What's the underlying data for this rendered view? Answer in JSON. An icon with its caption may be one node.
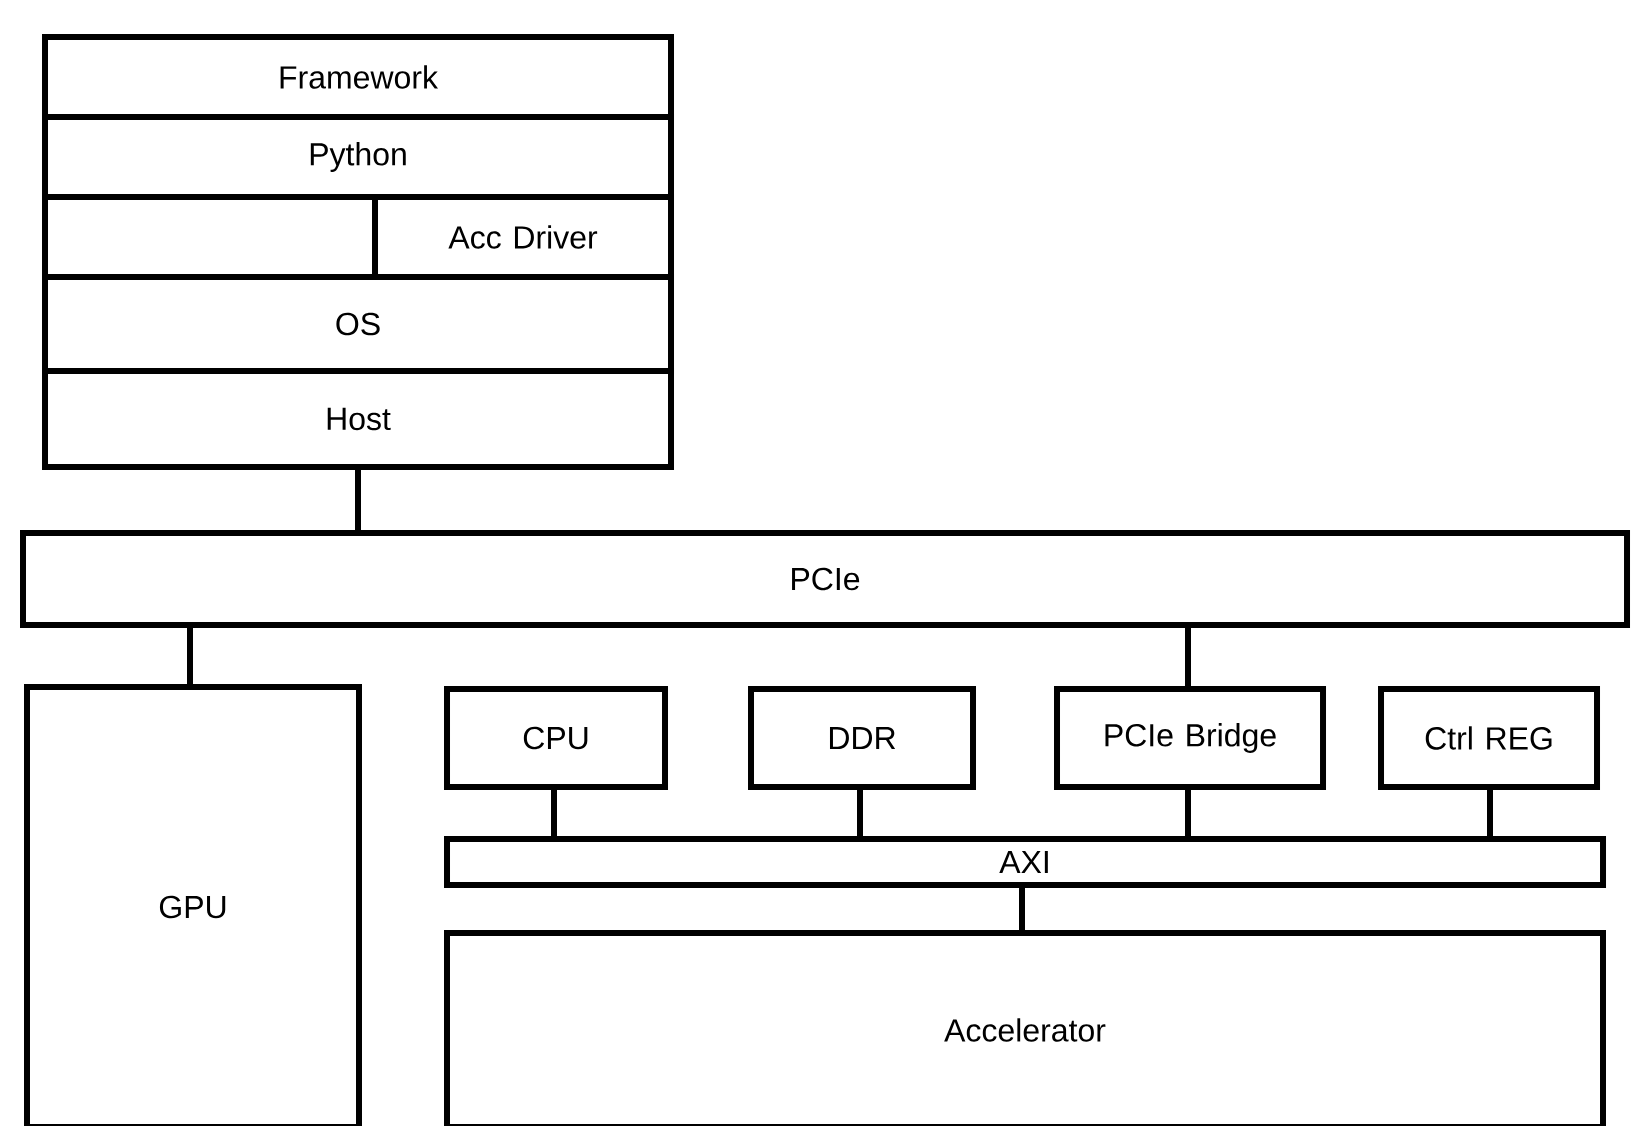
{
  "diagram": {
    "nodes": [
      {
        "text": [
          "Framework"
        ]
      },
      {
        "text": [
          "Python"
        ]
      },
      {
        "text": [],
        "shape": "box"
      },
      {
        "text": [
          "Acc Driver"
        ]
      },
      {
        "text": [
          "OS"
        ]
      },
      {
        "text": [
          "Host"
        ]
      },
      {
        "text": [
          "PCIe"
        ]
      },
      {
        "text": [
          "GPU"
        ]
      },
      {
        "text": [
          "CPU"
        ]
      },
      {
        "text": [
          "DDR"
        ]
      },
      {
        "text": [
          "PCIe Bridge"
        ]
      },
      {
        "text": [
          "Ctrl REG"
        ]
      },
      {
        "text": [
          "AXI"
        ]
      },
      {
        "text": [
          "Accelerator"
        ]
      }
    ],
    "edges": [
      {
        "from": 5,
        "to": 6,
        "arrow": "none"
      },
      {
        "from": 6,
        "to": 7,
        "arrow": "none"
      },
      {
        "from": 6,
        "to": 10,
        "arrow": "none"
      },
      {
        "from": 8,
        "to": 12,
        "arrow": "none"
      },
      {
        "from": 9,
        "to": 12,
        "arrow": "none"
      },
      {
        "from": 10,
        "to": 12,
        "arrow": "none"
      },
      {
        "from": 11,
        "to": 12,
        "arrow": "none"
      },
      {
        "from": 12,
        "to": 13,
        "arrow": "none"
      }
    ]
  }
}
